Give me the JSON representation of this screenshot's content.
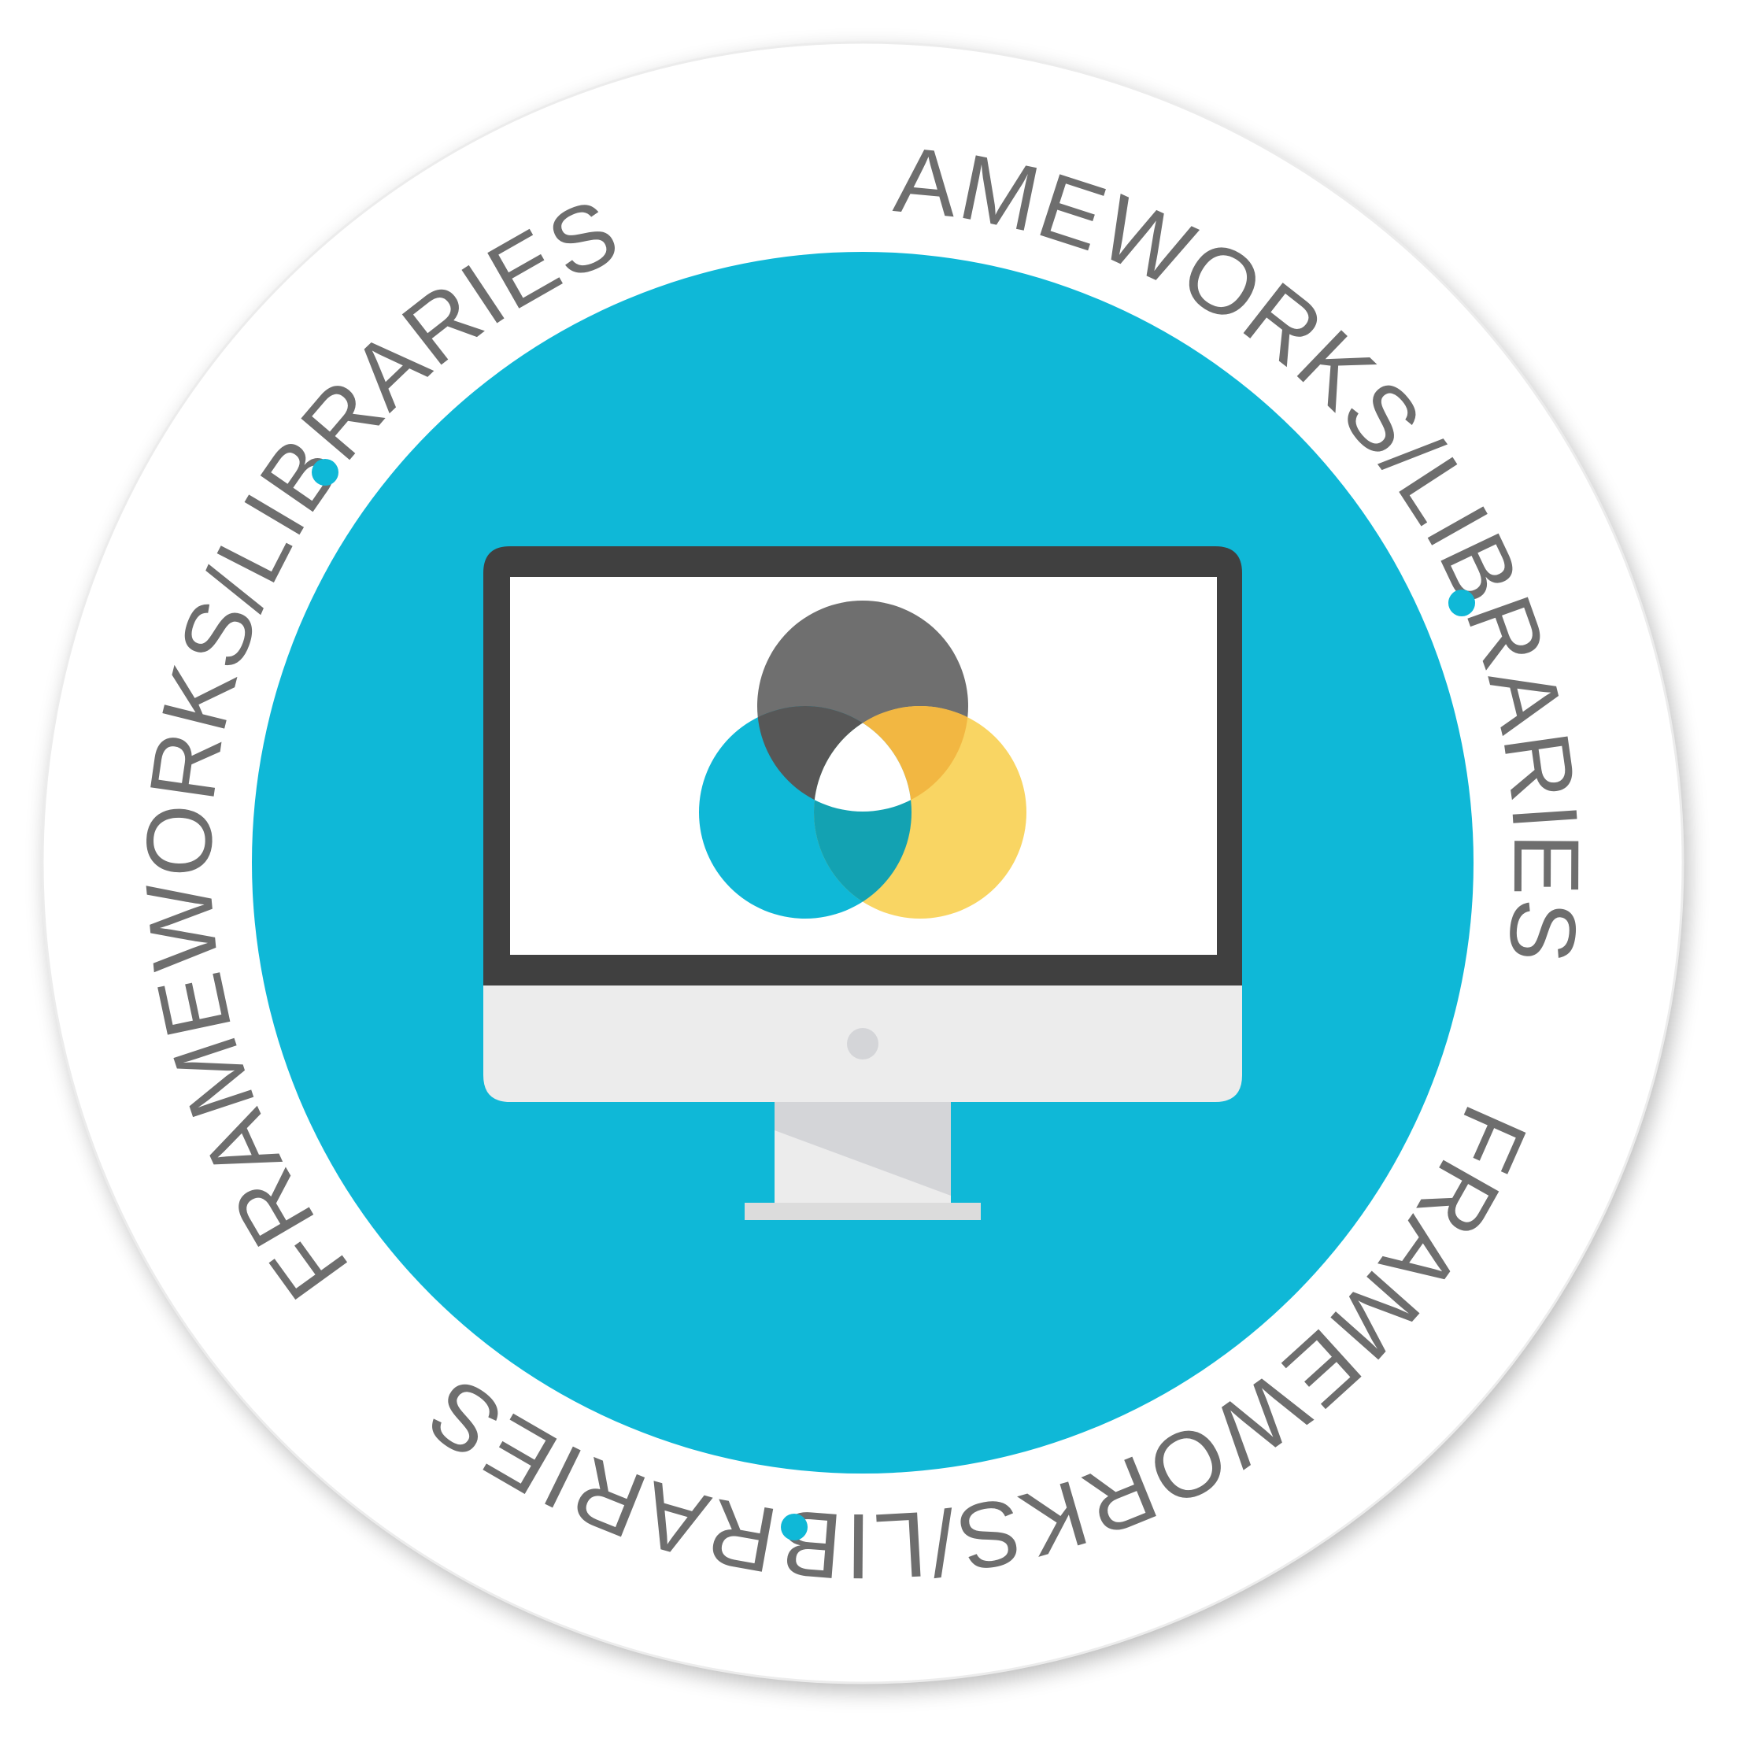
{
  "badge": {
    "ring_label_1": "FRAMEWORKS/LIBRARIES",
    "ring_label_2": "FRAMEWORKS/LIBRARIES",
    "ring_label_3": "FRAMEWORKS/LIBRARIES"
  },
  "icons": {
    "monitor": "desktop-monitor-icon",
    "venn": "three-circle-venn-icon",
    "separator": "dot-separator-icon"
  },
  "colors": {
    "outer_disc": "#ffffff",
    "inner_disc": "#0fb8d7",
    "text": "#6e6e6e",
    "separator_dot": "#0fb8d7",
    "monitor_bezel": "#404040",
    "monitor_chin": "#ececec",
    "stand": "#d4d5d8",
    "venn_gray": "#6f6f6f",
    "venn_blue": "#0fb8d7",
    "venn_yellow": "#f9d563",
    "venn_overlap_gray_blue": "#575757",
    "venn_overlap_gray_yellow": "#f2b742",
    "venn_overlap_blue_yellow": "#13a2b2",
    "venn_center": "#ffffff"
  }
}
